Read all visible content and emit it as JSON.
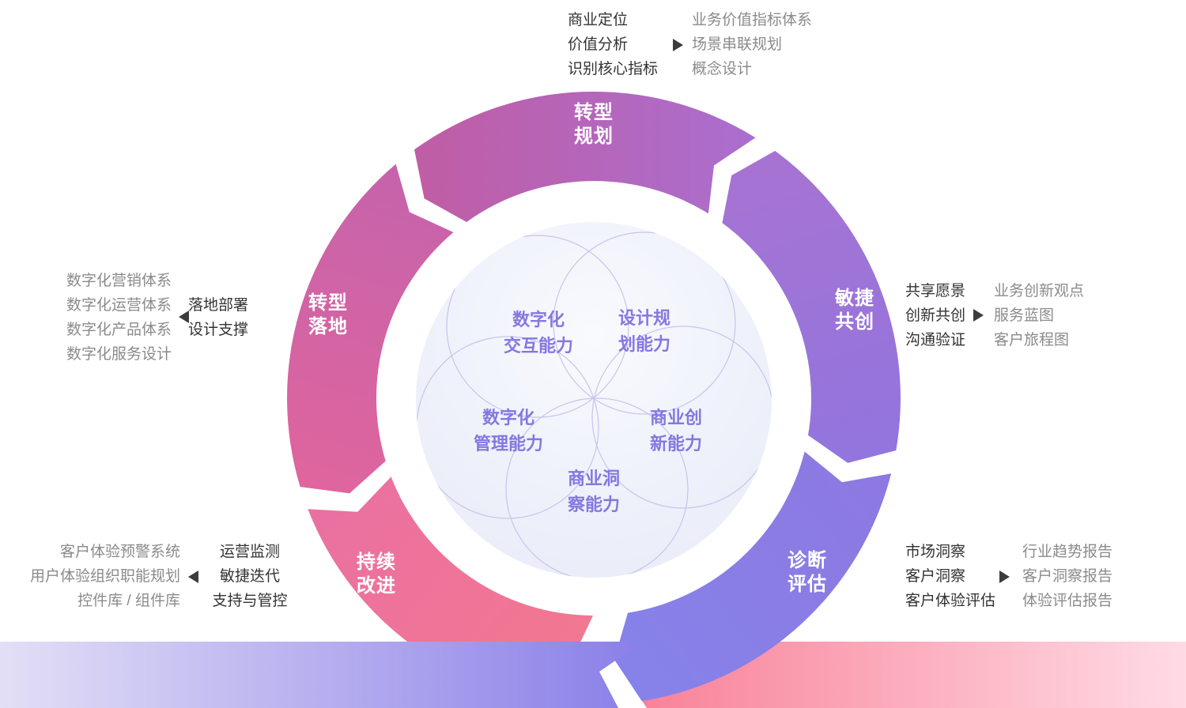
{
  "ring": {
    "segments": [
      {
        "id": "transform-planning",
        "label": [
          "转型",
          "规划"
        ],
        "color_start": "#c05da4",
        "color_end": "#a96fd1"
      },
      {
        "id": "agile-cocreation",
        "label": [
          "敏捷",
          "共创"
        ],
        "color_start": "#a673d3",
        "color_end": "#9175de"
      },
      {
        "id": "diagnosis-assessment",
        "label": [
          "诊断",
          "评估"
        ],
        "color_start": "#8e78e1",
        "color_end": "#8583ea"
      },
      {
        "id": "continuous-improvement",
        "label": [
          "持续",
          "改进"
        ],
        "color_start": "#f3788e",
        "color_end": "#ea70a2"
      },
      {
        "id": "transform-landing",
        "label": [
          "转型",
          "落地"
        ],
        "color_start": "#e0659d",
        "color_end": "#c663ab"
      }
    ]
  },
  "core": {
    "capabilities": [
      {
        "line1": "数字化",
        "line2": "交互能力"
      },
      {
        "line1": "设计规",
        "line2": "划能力"
      },
      {
        "line1": "商业创",
        "line2": "新能力"
      },
      {
        "line1": "商业洞",
        "line2": "察能力"
      },
      {
        "line1": "数字化",
        "line2": "管理能力"
      }
    ]
  },
  "callouts": {
    "top": {
      "activities": [
        "商业定位",
        "价值分析",
        "识别核心指标"
      ],
      "outputs": [
        "业务价值指标体系",
        "场景串联规划",
        "概念设计"
      ]
    },
    "right": {
      "activities": [
        "共享愿景",
        "创新共创",
        "沟通验证"
      ],
      "outputs": [
        "业务创新观点",
        "服务蓝图",
        "客户旅程图"
      ]
    },
    "bottom_right": {
      "activities": [
        "市场洞察",
        "客户洞察",
        "客户体验评估"
      ],
      "outputs": [
        "行业趋势报告",
        "客户洞察报告",
        "体验评估报告"
      ]
    },
    "bottom_left": {
      "outputs": [
        "客户体验预警系统",
        "用户体验组织职能规划",
        "控件库 / 组件库"
      ],
      "activities": [
        "运营监测",
        "敏捷迭代",
        "支持与管控"
      ]
    },
    "left": {
      "outputs": [
        "数字化营销体系",
        "数字化运营体系",
        "数字化产品体系",
        "数字化服务设计"
      ],
      "activities": [
        "落地部署",
        "设计支撑"
      ]
    }
  },
  "colors": {
    "text_dark": "#333333",
    "text_gray": "#8b8b8b",
    "arrow": "#3c3c3c",
    "core_label": "#8478e0",
    "petal_stroke": "#c7c4ec",
    "sphere_inner": "#f9fafe",
    "sphere_outer": "#e8ebf7",
    "band_left_start": "#e3dff6",
    "band_left_end": "#8a7fe8",
    "band_right_start": "#f87e95",
    "band_right_end": "#ffdbe5"
  }
}
